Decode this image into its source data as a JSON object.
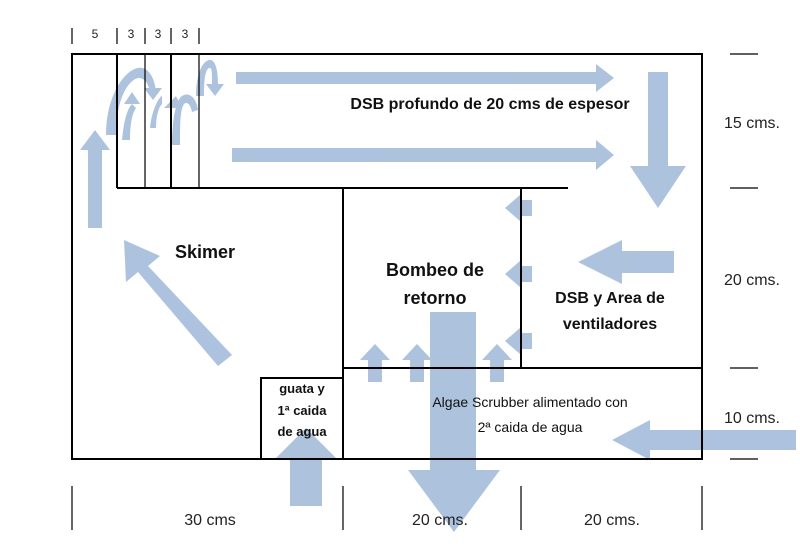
{
  "labels": {
    "dsb_deep": "DSB profundo de 20 cms de espesor",
    "skimmer": "Skimer",
    "return_pump_1": "Bombeo de",
    "return_pump_2": "retorno",
    "dsb_area_1": "DSB y Area de",
    "dsb_area_2": "ventiladores",
    "filter_1": "guata y",
    "filter_2": "1ª caida",
    "filter_3": "de agua",
    "algae_1": "Algae Scrubber alimentado con",
    "algae_2": "2ª caida de agua"
  },
  "top_dims": [
    "5",
    "3",
    "3",
    "3"
  ],
  "right_dims": [
    "15 cms.",
    "20 cms.",
    "10 cms."
  ],
  "bottom_dims": [
    "30 cms",
    "20 cms.",
    "20 cms."
  ],
  "colors": {
    "line": "#000000",
    "arrow": "#a9bfdc",
    "arrow_dark": "#8fa9cc"
  }
}
